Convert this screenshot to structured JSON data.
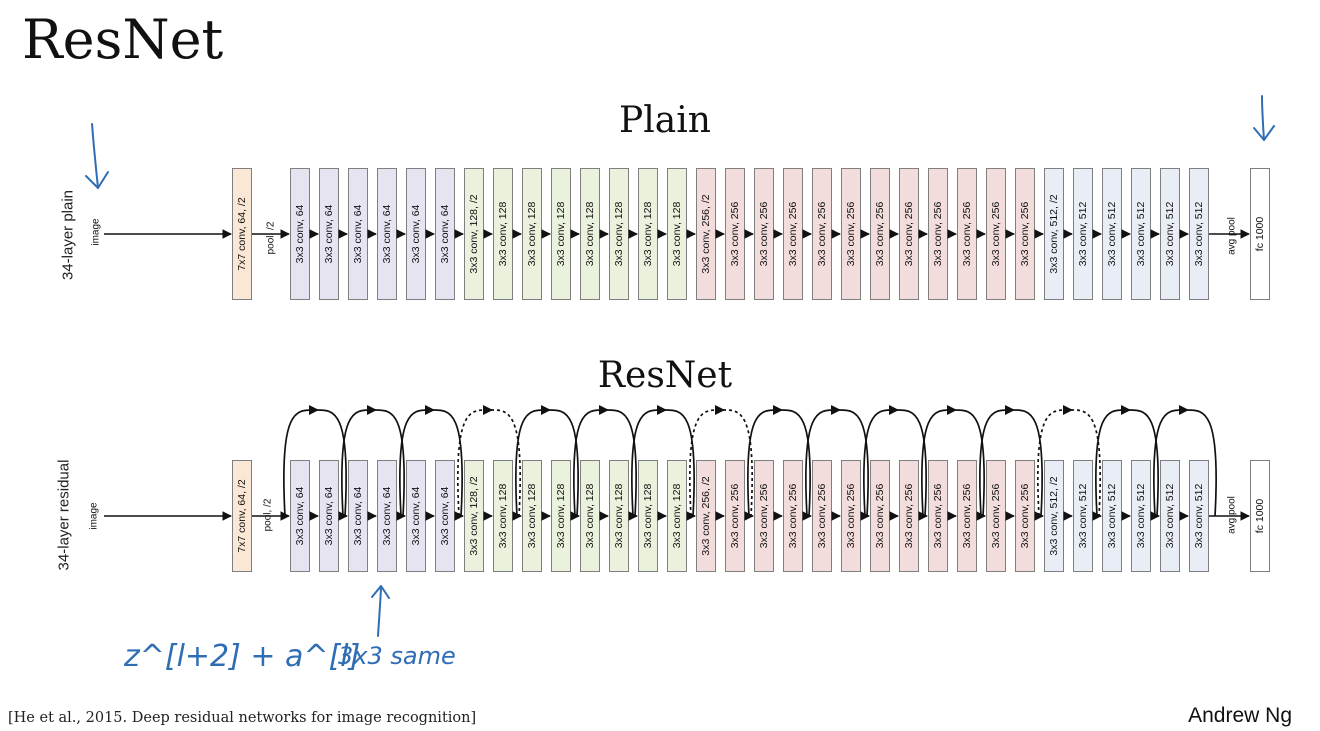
{
  "slide_title": "ResNet",
  "plain": {
    "title": "Plain",
    "row_label": "34-layer plain",
    "input_label": "image",
    "pool_label": "pool, /2",
    "avgpool_label": "avg pool"
  },
  "residual": {
    "title": "ResNet",
    "row_label": "34-layer residual",
    "input_label": "image",
    "pool_label": "pool, /2",
    "avgpool_label": "avg pool",
    "shortcut_types": [
      "solid",
      "solid",
      "solid",
      "dotted",
      "solid",
      "solid",
      "solid",
      "dotted",
      "solid",
      "solid",
      "solid",
      "solid",
      "solid",
      "dotted",
      "solid",
      "solid"
    ]
  },
  "stem_layer": {
    "label": "7x7 conv, 64, /2",
    "color": "#fbe7d6"
  },
  "conv_layers": [
    {
      "label": "3x3 conv, 64",
      "color": "#e6e4f1"
    },
    {
      "label": "3x3 conv, 64",
      "color": "#e6e4f1"
    },
    {
      "label": "3x3 conv, 64",
      "color": "#e6e4f1"
    },
    {
      "label": "3x3 conv, 64",
      "color": "#e6e4f1"
    },
    {
      "label": "3x3 conv, 64",
      "color": "#e6e4f1"
    },
    {
      "label": "3x3 conv, 64",
      "color": "#e6e4f1"
    },
    {
      "label": "3x3 conv, 128, /2",
      "color": "#eaf2dd"
    },
    {
      "label": "3x3 conv, 128",
      "color": "#eaf2dd"
    },
    {
      "label": "3x3 conv, 128",
      "color": "#eaf2dd"
    },
    {
      "label": "3x3 conv, 128",
      "color": "#eaf2dd"
    },
    {
      "label": "3x3 conv, 128",
      "color": "#eaf2dd"
    },
    {
      "label": "3x3 conv, 128",
      "color": "#eaf2dd"
    },
    {
      "label": "3x3 conv, 128",
      "color": "#eaf2dd"
    },
    {
      "label": "3x3 conv, 128",
      "color": "#eaf2dd"
    },
    {
      "label": "3x3 conv, 256, /2",
      "color": "#f3dcdc"
    },
    {
      "label": "3x3 conv, 256",
      "color": "#f3dcdc"
    },
    {
      "label": "3x3 conv, 256",
      "color": "#f3dcdc"
    },
    {
      "label": "3x3 conv, 256",
      "color": "#f3dcdc"
    },
    {
      "label": "3x3 conv, 256",
      "color": "#f3dcdc"
    },
    {
      "label": "3x3 conv, 256",
      "color": "#f3dcdc"
    },
    {
      "label": "3x3 conv, 256",
      "color": "#f3dcdc"
    },
    {
      "label": "3x3 conv, 256",
      "color": "#f3dcdc"
    },
    {
      "label": "3x3 conv, 256",
      "color": "#f3dcdc"
    },
    {
      "label": "3x3 conv, 256",
      "color": "#f3dcdc"
    },
    {
      "label": "3x3 conv, 256",
      "color": "#f3dcdc"
    },
    {
      "label": "3x3 conv, 256",
      "color": "#f3dcdc"
    },
    {
      "label": "3x3 conv, 512, /2",
      "color": "#e9eef6"
    },
    {
      "label": "3x3 conv, 512",
      "color": "#e9eef6"
    },
    {
      "label": "3x3 conv, 512",
      "color": "#e9eef6"
    },
    {
      "label": "3x3 conv, 512",
      "color": "#e9eef6"
    },
    {
      "label": "3x3 conv, 512",
      "color": "#e9eef6"
    },
    {
      "label": "3x3 conv, 512",
      "color": "#e9eef6"
    }
  ],
  "fc_layer": {
    "label": "fc 1000",
    "color": "#ffffff"
  },
  "annotations": {
    "residual_formula": "z^[l+2] + a^[l]",
    "same_note": "3x3 same",
    "ink_color": "#2f6db5"
  },
  "citation": "[He et al., 2015. Deep residual networks for image recognition]",
  "author": "Andrew Ng"
}
